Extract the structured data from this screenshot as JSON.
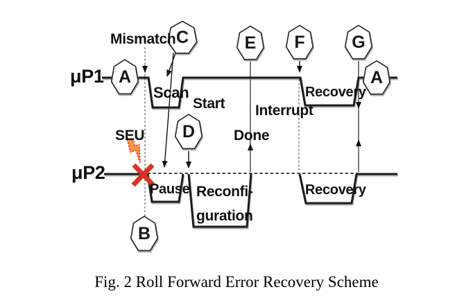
{
  "figure": {
    "caption": "Fig. 2 Roll Forward Error Recovery Scheme"
  },
  "signals": {
    "p1": "μP1",
    "p2": "μP2"
  },
  "labels": {
    "mismatch": "Mismatch",
    "seu": "SEU",
    "start": "Start",
    "done": "Done",
    "interrupt": "Interrupt"
  },
  "states": {
    "scan": "Scan",
    "pause": "Pause",
    "reconfiguration": "Reconfi-\nguration",
    "recovery_p1": "Recovery",
    "recovery_p2": "Recovery"
  },
  "nodes": {
    "a_start": "A",
    "b": "B",
    "c": "C",
    "d": "D",
    "e": "E",
    "f": "F",
    "g": "G",
    "a_end": "A"
  },
  "icons": {
    "seu_bolt": "lightning-bolt-icon",
    "error_cross": "x-mark-icon"
  },
  "colors": {
    "line": "#1c1c1c",
    "bolt_fill": "#f79646",
    "bolt_stroke": "#e2402a",
    "cross": "#d63426"
  }
}
